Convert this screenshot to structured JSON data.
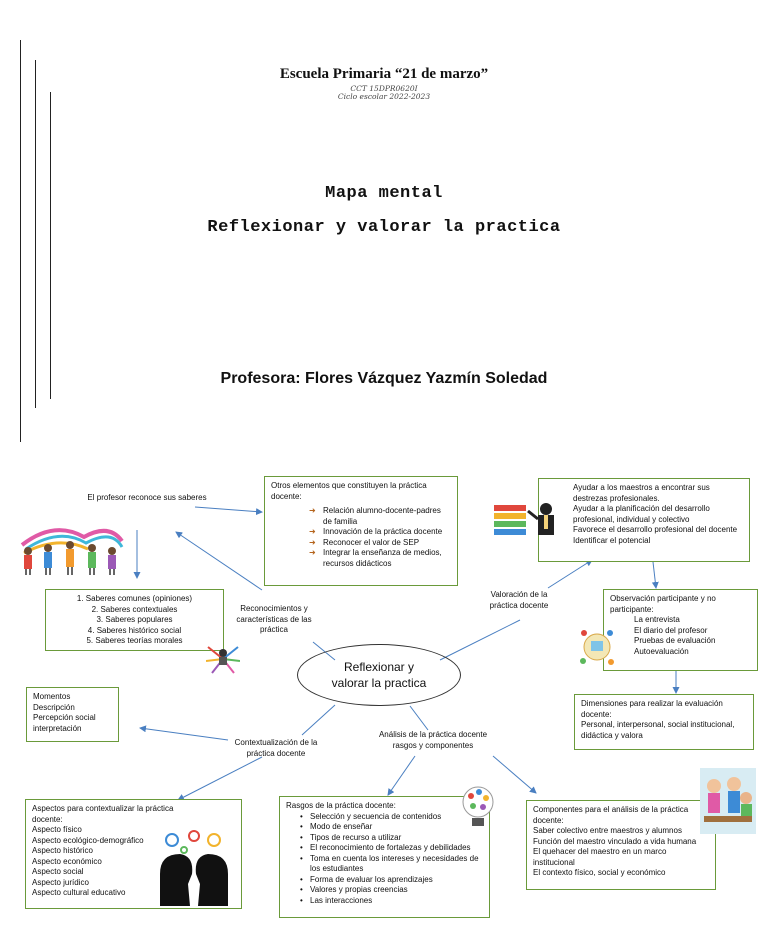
{
  "header": {
    "school": "Escuela Primaria “21 de marzo”",
    "cct": "CCT 15DPR0620I",
    "cycle": "Ciclo escolar 2022-2023",
    "doc_type": "Mapa mental",
    "topic": "Reflexionar y valorar la practica",
    "teacher": "Profesora: Flores Vázquez Yazmín Soledad"
  },
  "map": {
    "center": "Reflexionar y valorar la practica",
    "branch_labels": {
      "reconocimientos": "Reconocimientos y características de las práctica",
      "valoracion": "Valoración de la práctica docente",
      "contextualizacion": "Contextualización de la práctica docente",
      "analisis": "Análisis de la práctica docente rasgos y componentes",
      "profesor_saberes": "El profesor reconoce sus saberes"
    },
    "otros_elementos": {
      "title": "Otros elementos que constituyen la práctica docente:",
      "items": [
        "Relación alumno-docente-padres de familia",
        "Innovación de la práctica docente",
        "Reconocer el valor de SEP",
        "Integrar la enseñanza de medios, recursos didácticos"
      ]
    },
    "saberes": {
      "items": [
        "1.   Saberes comunes (opiniones)",
        "2.   Saberes contextuales",
        "3.   Saberes populares",
        "4.   Saberes histórico social",
        "5.   Saberes teorías morales"
      ]
    },
    "ayudar": {
      "lines": [
        "Ayudar a los maestros a encontrar sus destrezas profesionales.",
        "Ayudar a la planificación del desarrollo profesional, individual y colectivo",
        "Favorece el desarrollo profesional del docente",
        "Identificar el potencial"
      ]
    },
    "observacion": {
      "title": "Observación participante y no participante:",
      "items": [
        "La entrevista",
        "El diario del profesor",
        "Pruebas de evaluación",
        "Autoevaluación"
      ]
    },
    "dimensiones": {
      "title": "Dimensiones para realizar la evaluación docente:",
      "body": "Personal, interpersonal, social institucional, didáctica y valora"
    },
    "momentos": {
      "lines": [
        "Momentos",
        "Descripción",
        "Percepción social",
        "interpretación"
      ]
    },
    "aspectos": {
      "title": "Aspectos para contextualizar la práctica docente:",
      "items": [
        "Aspecto físico",
        "Aspecto ecológico-demográfico",
        "Aspecto histórico",
        "Aspecto económico",
        "Aspecto social",
        "Aspecto jurídico",
        "Aspecto cultural educativo"
      ]
    },
    "rasgos": {
      "title": "Rasgos de la práctica docente:",
      "items": [
        "Selección y secuencia de contenidos",
        "Modo de enseñar",
        "Tipos de recurso a utilizar",
        "El reconocimiento de fortalezas y debilidades",
        "Toma en cuenta los intereses y necesidades de los estudiantes",
        "Forma de evaluar los aprendizajes",
        "Valores y propias creencias",
        "Las interacciones"
      ]
    },
    "componentes": {
      "title": "Componentes para el análisis de la práctica docente:",
      "items": [
        "Saber colectivo entre maestros y alumnos",
        "Función del maestro vinculado a vida humana",
        "El quehacer del maestro en un marco institucional",
        "El contexto físico, social y económico"
      ]
    }
  },
  "colors": {
    "box_border": "#6a9a3a",
    "arrow": "#4a7fc1",
    "bullet_arrow": "#b5651d"
  }
}
